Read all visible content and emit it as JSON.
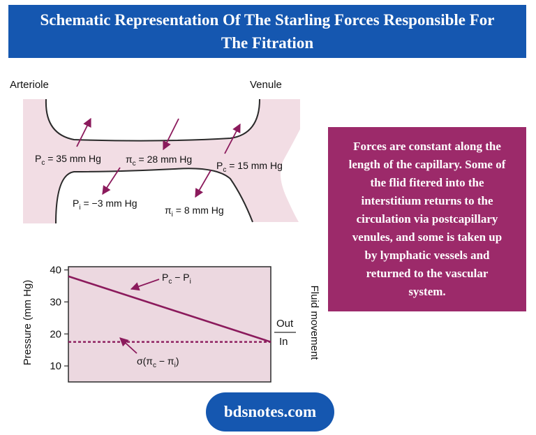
{
  "title": {
    "line1": "Schematic Representation Of The Starling Forces Responsible For",
    "line2": "The Fitration"
  },
  "vessel": {
    "arteriole_label": "Arteriole",
    "venule_label": "Venule",
    "forces": {
      "pc_arteriole": "P",
      "pc_arteriole_sub": "c",
      "pc_arteriole_val": " = 35 mm Hg",
      "pic": "π",
      "pic_sub": "c",
      "pic_val": " = 28 mm Hg",
      "pc_venule": "P",
      "pc_venule_sub": "c",
      "pc_venule_val": " = 15 mm Hg",
      "pi": "P",
      "pi_sub": "i",
      "pi_val": " = −3 mm Hg",
      "pii": "π",
      "pii_sub": "i",
      "pii_val": " = 8 mm Hg"
    }
  },
  "chart_data": {
    "type": "line",
    "ylabel": "Pressure (mm Hg)",
    "right_label": "Fluid movement",
    "ylim": [
      5,
      41
    ],
    "yticks": [
      "40",
      "30",
      "20",
      "10"
    ],
    "ytick_values": [
      40,
      30,
      20,
      10
    ],
    "series": [
      {
        "name": "P",
        "name_sub": "c",
        "name_rest": " − P",
        "name_sub2": "i",
        "style": "solid",
        "x": [
          0,
          1
        ],
        "values": [
          38,
          17.5
        ]
      },
      {
        "name": "σ(π",
        "name_sub": "c",
        "name_rest": " − π",
        "name_sub2": "i",
        "name_end": ")",
        "style": "dashed",
        "x": [
          0,
          1
        ],
        "values": [
          17.5,
          17.5
        ]
      }
    ],
    "out_label": "Out",
    "in_label": "In"
  },
  "note": {
    "lines": [
      "Forces are constant along the",
      "length of the capillary. Some of",
      "the flid fitered into the",
      "interstitium returns to the",
      "circulation via postcapillary",
      "venules, and some is taken up",
      "by lymphatic vessels and",
      "returned to the vascular",
      "system."
    ]
  },
  "footer": {
    "label": "bdsnotes.com"
  },
  "colors": {
    "title_bg": "#1557b0",
    "note_bg": "#9c2a6a",
    "vessel_fill": "#f2dde4",
    "vessel_stroke": "#2a2a2a",
    "arrow": "#8b1a5c",
    "chart_bg": "#ecd8e0",
    "chart_line": "#8b1a5c"
  }
}
